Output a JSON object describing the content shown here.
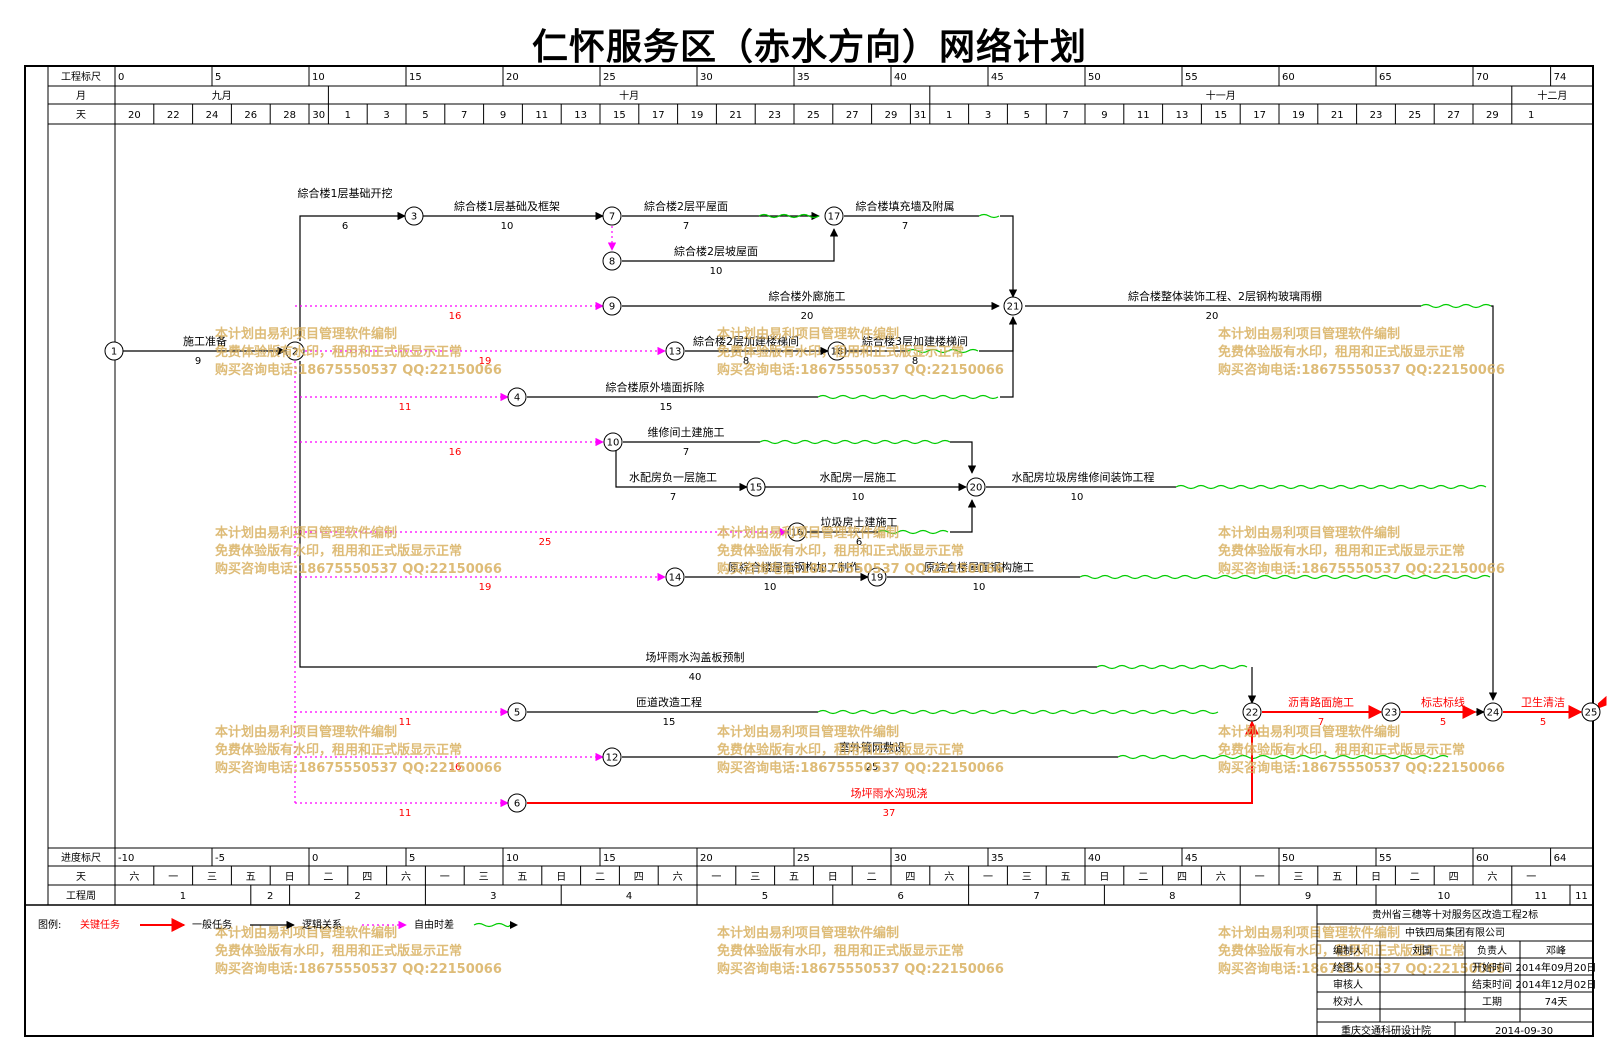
{
  "title": "仁怀服务区（赤水方向）网络计划",
  "header": {
    "row_labels": [
      "工程标尺",
      "月",
      "天"
    ],
    "project_ticks": [
      "0",
      "5",
      "10",
      "15",
      "20",
      "25",
      "30",
      "35",
      "40",
      "45",
      "50",
      "55",
      "60",
      "65",
      "70",
      "74"
    ],
    "months": [
      "九月",
      "十月",
      "十一月",
      "十二月"
    ],
    "days": [
      "20",
      "22",
      "24",
      "26",
      "28",
      "30",
      "1",
      "3",
      "5",
      "7",
      "9",
      "11",
      "13",
      "15",
      "17",
      "19",
      "21",
      "23",
      "25",
      "27",
      "29",
      "31",
      "1",
      "3",
      "5",
      "7",
      "9",
      "11",
      "13",
      "15",
      "17",
      "19",
      "21",
      "23",
      "25",
      "27",
      "29",
      "1"
    ]
  },
  "footer": {
    "row_labels": [
      "进度标尺",
      "天",
      "工程周"
    ],
    "progress_ticks": [
      "-10",
      "-5",
      "0",
      "5",
      "10",
      "15",
      "20",
      "25",
      "30",
      "35",
      "40",
      "45",
      "50",
      "55",
      "60",
      "64"
    ],
    "weekdays": [
      "六",
      "一",
      "三",
      "五",
      "日",
      "二",
      "四",
      "六",
      "一",
      "三",
      "五",
      "日",
      "二",
      "四",
      "六",
      "一",
      "三",
      "五",
      "日",
      "二",
      "四",
      "六",
      "一",
      "三",
      "五",
      "日",
      "二",
      "四",
      "六",
      "一",
      "三",
      "五",
      "日",
      "二",
      "四",
      "六",
      "一"
    ],
    "weeks": [
      "1",
      "2",
      "2",
      "3",
      "4",
      "5",
      "6",
      "7",
      "8",
      "9",
      "10",
      "11",
      "11"
    ]
  },
  "nodes": [
    "1",
    "2",
    "3",
    "7",
    "8",
    "17",
    "9",
    "21",
    "13",
    "18",
    "4",
    "10",
    "15",
    "20",
    "16",
    "14",
    "19",
    "22",
    "23",
    "24",
    "25",
    "5",
    "12",
    "6"
  ],
  "activities": [
    {
      "label": "施工准备",
      "duration": "9"
    },
    {
      "label": "綜合楼1层基础开挖",
      "duration": "6"
    },
    {
      "label": "綜合楼1层基础及框架",
      "duration": "10"
    },
    {
      "label": "綜合楼2层平屋面",
      "duration": "7"
    },
    {
      "label": "綜合楼2层坡屋面",
      "duration": "10"
    },
    {
      "label": "綜合楼填充墙及附属",
      "duration": "7"
    },
    {
      "label": "綜合楼外廊施工",
      "duration": "20"
    },
    {
      "label": "綜合楼整体装饰工程、2层钢构玻璃雨棚",
      "duration": "20"
    },
    {
      "label": "綜合楼2层加建楼梯间",
      "duration": "8"
    },
    {
      "label": "綜合楼3层加建楼梯间",
      "duration": "8"
    },
    {
      "label": "綜合楼原外墙面拆除",
      "duration": "15"
    },
    {
      "label": "维修间土建施工",
      "duration": "7"
    },
    {
      "label": "水配房负一层施工",
      "duration": "7"
    },
    {
      "label": "水配房一层施工",
      "duration": "10"
    },
    {
      "label": "水配房垃圾房维修间装饰工程",
      "duration": "10"
    },
    {
      "label": "垃圾房土建施工",
      "duration": "6"
    },
    {
      "label": "原綜合楼屋面钢构加工制作",
      "duration": "10"
    },
    {
      "label": "原綜合楼屋面钢构施工",
      "duration": "10"
    },
    {
      "label": "场坪雨水沟盖板预制",
      "duration": "40"
    },
    {
      "label": "匝道改造工程",
      "duration": "15"
    },
    {
      "label": "室外管网敷设",
      "duration": "25"
    },
    {
      "label": "场坪雨水沟现浇",
      "duration": "37"
    },
    {
      "label": "沥青路面施工",
      "duration": "7"
    },
    {
      "label": "标志标线",
      "duration": "5"
    },
    {
      "label": "卫生清洁",
      "duration": "5"
    }
  ],
  "free_float": [
    "16",
    "19",
    "11",
    "16",
    "25",
    "19",
    "11",
    "16",
    "11"
  ],
  "legend": {
    "title": "图例:",
    "critical": "关键任务",
    "normal": "一般任务",
    "logic": "逻辑关系",
    "free": "自由时差"
  },
  "watermark": {
    "line1": "本计划由易利项目管理软件编制",
    "line2": "免费体验版有水印，租用和正式版显示正常",
    "line3": "购买咨询电话:18675550537 QQ:22150066"
  },
  "title_block": {
    "project": "贵州省三穗等十对服务区改造工程2标",
    "company": "中铁四局集团有限公司",
    "compiler_label": "编制人",
    "compiler": "刘国",
    "manager_label": "负责人",
    "manager": "邓峰",
    "drawer_label": "绘图人",
    "start_label": "开始时间",
    "start": "2014年09月20日",
    "reviewer_label": "审核人",
    "end_label": "结束时间",
    "end": "2014年12月02日",
    "checker_label": "校对人",
    "period_label": "工期",
    "period": "74天",
    "institute": "重庆交通科研设计院",
    "date": "2014-09-30"
  },
  "colors": {
    "critical": "#ff0000",
    "free": "#ff00ff",
    "float": "#00cc00",
    "watermark": "#d8b060"
  }
}
